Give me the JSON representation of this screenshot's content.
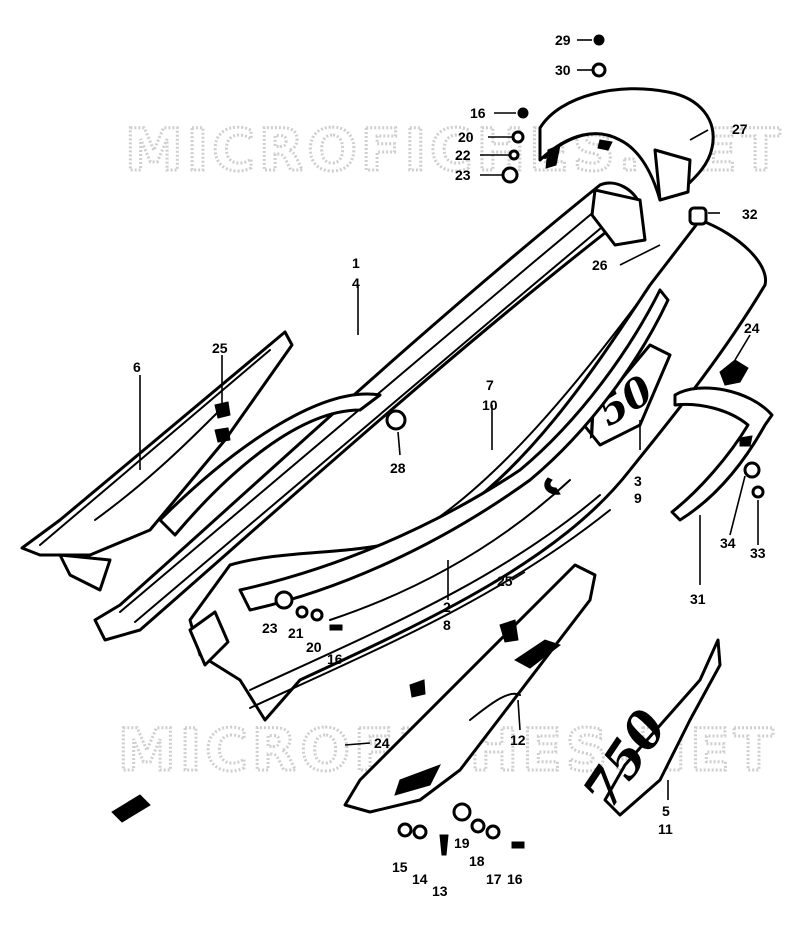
{
  "watermarks": [
    "MICROFICHES.NET",
    "MICROFICHES.NET"
  ],
  "decal_texts": [
    "750",
    "750"
  ],
  "part_numbers": {
    "p29": "29",
    "p30": "30",
    "p27": "27",
    "p16a": "16",
    "p20a": "20",
    "p22": "22",
    "p23a": "23",
    "p32": "32",
    "p26": "26",
    "p1": "1",
    "p4": "4",
    "p6": "6",
    "p25a": "25",
    "p28": "28",
    "p7": "7",
    "p10": "10",
    "p24a": "24",
    "p3": "3",
    "p9": "9",
    "p34": "34",
    "p33": "33",
    "p31": "31",
    "p25b": "25",
    "p2": "2",
    "p8": "8",
    "p23b": "23",
    "p21": "21",
    "p20b": "20",
    "p16b": "16",
    "p12": "12",
    "p24b": "24",
    "p5": "5",
    "p11": "11",
    "p15": "15",
    "p14": "14",
    "p13": "13",
    "p19": "19",
    "p18": "18",
    "p17": "17",
    "p16c": "16"
  }
}
